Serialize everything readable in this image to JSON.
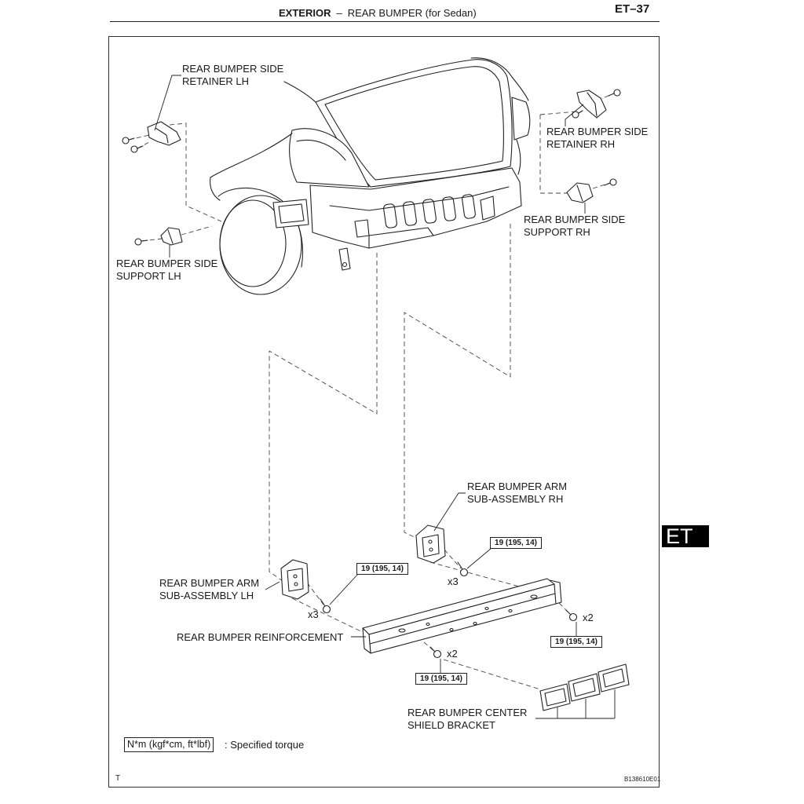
{
  "header": {
    "section": "EXTERIOR",
    "dash": "–",
    "title": "REAR BUMPER (for Sedan)",
    "page_number": "ET–37"
  },
  "side_tab": {
    "label": "ET"
  },
  "parts": {
    "retainer_lh": [
      "REAR BUMPER SIDE",
      "RETAINER LH"
    ],
    "retainer_rh": [
      "REAR BUMPER SIDE",
      "RETAINER RH"
    ],
    "support_rh": [
      "REAR BUMPER SIDE",
      "SUPPORT RH"
    ],
    "support_lh": [
      "REAR BUMPER SIDE",
      "SUPPORT LH"
    ],
    "arm_rh": [
      "REAR BUMPER ARM",
      "SUB-ASSEMBLY RH"
    ],
    "arm_lh": [
      "REAR BUMPER ARM",
      "SUB-ASSEMBLY LH"
    ],
    "reinforcement": [
      "REAR BUMPER REINFORCEMENT"
    ],
    "center_shield_bracket": [
      "REAR BUMPER CENTER",
      "SHIELD BRACKET"
    ]
  },
  "torque_specs": {
    "arm_rh_bolt": "19 (195, 14)",
    "arm_lh_bolt": "19 (195, 14)",
    "reinforcement_side_bolt": "19 (195, 14)",
    "reinforcement_center_bolt": "19 (195, 14)"
  },
  "bolt_quantities": {
    "arm_rh_bolt": "x3",
    "arm_lh_bolt": "x3",
    "reinforcement_side_bolt": "x2",
    "reinforcement_center_bolt": "x2"
  },
  "legend": {
    "unit_box": "N*m (kgf*cm, ft*lbf)",
    "description": ": Specified torque"
  },
  "footer": {
    "corner_mark": "T",
    "figure_code": "B138610E01"
  },
  "colors": {
    "ink": "#1a1a1a",
    "tab_background": "#000000",
    "tab_text": "#ffffff"
  }
}
